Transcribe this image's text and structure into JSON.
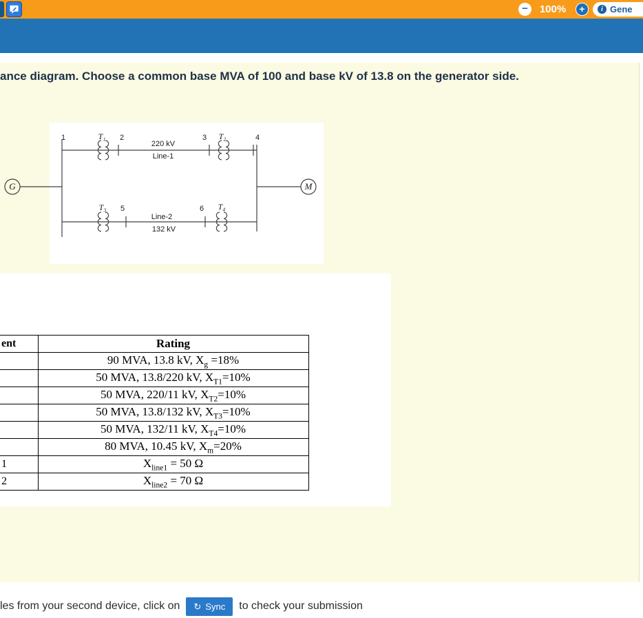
{
  "top_bar": {
    "zoom_out": "−",
    "zoom_level": "100%",
    "zoom_in": "+",
    "info_icon": "i",
    "info_label": "Gene"
  },
  "question": {
    "text": "ance diagram. Choose a common base MVA of 100 and base kV of 13.8 on the generator side."
  },
  "diagram": {
    "labels": {
      "generator": "G",
      "motor": "M",
      "bus1": "1",
      "t1": "T₁",
      "bus2": "2",
      "line1_kv": "220 kV",
      "line1_name": "Line-1",
      "bus3": "3",
      "t2": "T₂",
      "bus4": "4",
      "t3": "T₃",
      "bus5": "5",
      "line2_name": "Line-2",
      "line2_kv": "132 kV",
      "bus6": "6",
      "t4": "T₄"
    }
  },
  "table": {
    "header": {
      "equipment": "ent",
      "rating": "Rating"
    },
    "rows": [
      {
        "equipment": "",
        "rating": "90 MVA, 13.8 kV, X{g} =18%"
      },
      {
        "equipment": "",
        "rating": "50 MVA, 13.8/220 kV, X{T1}=10%"
      },
      {
        "equipment": "",
        "rating": "50 MVA, 220/11 kV, X{T2}=10%"
      },
      {
        "equipment": "",
        "rating": "50 MVA, 13.8/132 kV, X{T3}=10%"
      },
      {
        "equipment": "",
        "rating": "50 MVA, 132/11 kV, X{T4}=10%"
      },
      {
        "equipment": "",
        "rating": "80 MVA, 10.45 kV, X{m}=20%"
      },
      {
        "equipment": "1",
        "rating": "X{line1} = 50 Ω"
      },
      {
        "equipment": "2",
        "rating": "X{line2} = 70 Ω"
      }
    ]
  },
  "footer": {
    "before": "les from your second device, click on",
    "sync_icon": "↻",
    "sync_label": "Sync",
    "after": "to check your submission"
  },
  "colors": {
    "toolbar_orange": "#f89b1b",
    "band_blue": "#2173b5",
    "page_yellow": "#fbfae3",
    "sync_button_blue": "#2a7ac9",
    "info_text_blue": "#1c5f9e"
  }
}
